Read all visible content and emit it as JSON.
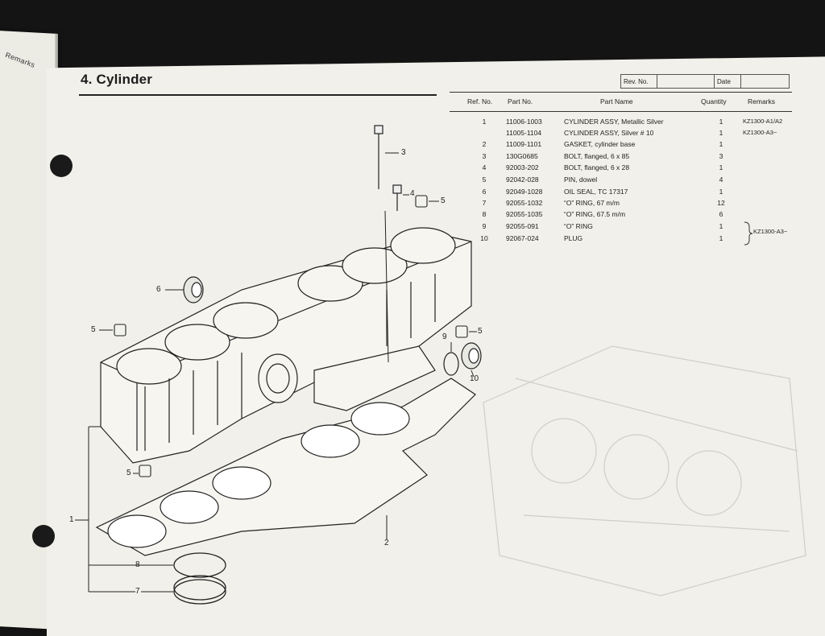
{
  "left_page": {
    "label": "Remarks"
  },
  "page": {
    "title": "4.  Cylinder",
    "rev_label": "Rev. No.",
    "date_label": "Date"
  },
  "table": {
    "headers": [
      "Ref. No.",
      "Part No.",
      "Part Name",
      "Quantity",
      "Remarks"
    ],
    "rows": [
      {
        "ref": "1",
        "part": "11006-1003",
        "name": "CYLINDER ASSY, Metallic Silver",
        "qty": "1",
        "remarks": "KZ1300-A1/A2"
      },
      {
        "ref": "",
        "part": "11005-1104",
        "name": "CYLINDER ASSY, Silver # 10",
        "qty": "1",
        "remarks": "KZ1300-A3~"
      },
      {
        "ref": "2",
        "part": "11009-1101",
        "name": "GASKET, cylinder base",
        "qty": "1",
        "remarks": ""
      },
      {
        "ref": "3",
        "part": "130G0685",
        "name": "BOLT, flanged, 6 x 85",
        "qty": "3",
        "remarks": ""
      },
      {
        "ref": "4",
        "part": "92003-202",
        "name": "BOLT, flanged, 6 x 28",
        "qty": "1",
        "remarks": ""
      },
      {
        "ref": "5",
        "part": "92042-028",
        "name": "PIN, dowel",
        "qty": "4",
        "remarks": ""
      },
      {
        "ref": "6",
        "part": "92049-1028",
        "name": "OIL SEAL, TC 17317",
        "qty": "1",
        "remarks": ""
      },
      {
        "ref": "7",
        "part": "92055-1032",
        "name": "“O” RING, 67 m/m",
        "qty": "12",
        "remarks": ""
      },
      {
        "ref": "8",
        "part": "92055-1035",
        "name": "“O” RING, 67.5 m/m",
        "qty": "6",
        "remarks": ""
      },
      {
        "ref": "9",
        "part": "92055-091",
        "name": "“O” RING",
        "qty": "1",
        "remarks": ""
      },
      {
        "ref": "10",
        "part": "92067-024",
        "name": "PLUG",
        "qty": "1",
        "remarks": ""
      }
    ],
    "bracket_remark": "KZ1300-A3~"
  },
  "callouts": {
    "c1": "1",
    "c2": "2",
    "c3": "3",
    "c4": "4",
    "c5a": "5",
    "c5b": "5",
    "c5c": "5",
    "c5d": "5",
    "c6": "6",
    "c7": "7",
    "c8": "8",
    "c9": "9",
    "c10": "10"
  }
}
